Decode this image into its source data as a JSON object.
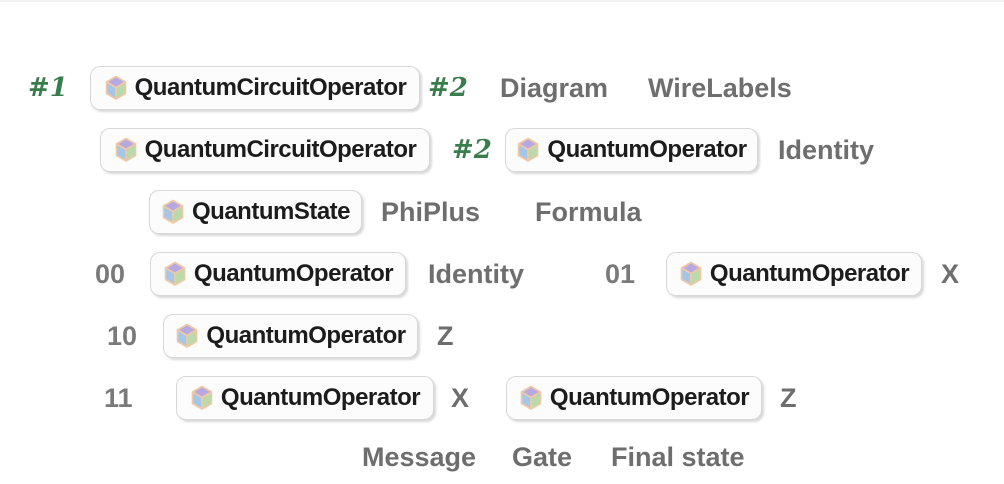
{
  "app": "wolfram-notebook-code-cell",
  "colors": {
    "background": "#ffffff",
    "slot_green": "#3a7d4c",
    "string_gray": "#6e6e6e",
    "number_gray": "#7a7a7a",
    "box_fill": "#fcfcfc",
    "box_border": "#d8d8d8",
    "box_label": "#1c1c1c",
    "cube_top": "#b7a8e2",
    "cube_left": "#a6c6e8",
    "cube_right": "#b9daab",
    "cube_outline": "#f0c8a4"
  },
  "icons": {
    "paclet_cube": "paclet-function-cube-icon"
  },
  "lines": [
    {
      "tokens": [
        {
          "t": "#1"
        },
        {
          "t": "QuantumCircuitOperator"
        },
        {
          "t": "#2"
        },
        {
          "t": "Diagram"
        },
        {
          "t": "WireLabels"
        }
      ]
    },
    {
      "tokens": [
        {
          "t": "QuantumCircuitOperator"
        },
        {
          "t": "#2"
        },
        {
          "t": "QuantumOperator"
        },
        {
          "t": "Identity"
        }
      ]
    },
    {
      "tokens": [
        {
          "t": "QuantumState"
        },
        {
          "t": "PhiPlus"
        },
        {
          "t": "Formula"
        }
      ]
    },
    {
      "tokens": [
        {
          "t": "00"
        },
        {
          "t": "QuantumOperator"
        },
        {
          "t": "Identity"
        },
        {
          "t": "01"
        },
        {
          "t": "QuantumOperator"
        },
        {
          "t": "X"
        }
      ]
    },
    {
      "tokens": [
        {
          "t": "10"
        },
        {
          "t": "QuantumOperator"
        },
        {
          "t": "Z"
        }
      ]
    },
    {
      "tokens": [
        {
          "t": "11"
        },
        {
          "t": "QuantumOperator"
        },
        {
          "t": "X"
        },
        {
          "t": "QuantumOperator"
        },
        {
          "t": "Z"
        }
      ]
    },
    {
      "tokens": [
        {
          "t": "Message"
        },
        {
          "t": "Gate"
        },
        {
          "t": "Final state"
        }
      ]
    }
  ]
}
